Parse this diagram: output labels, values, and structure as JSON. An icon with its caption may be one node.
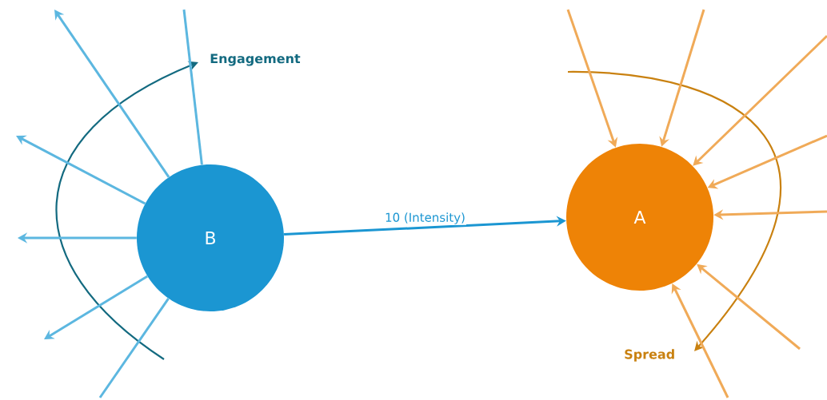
{
  "diagram": {
    "nodes": [
      {
        "text": [
          "B"
        ]
      },
      {
        "text": [
          "A"
        ]
      }
    ],
    "edges": [
      {
        "from": 0,
        "to": 1,
        "arrow": "to",
        "label": "10 (Intensity)",
        "color": "#1b96d2"
      },
      {
        "from": 0,
        "to": null,
        "arrow": "to",
        "color": "#5cb7e0"
      },
      {
        "from": 0,
        "to": null,
        "arrow": "none",
        "color": "#5cb7e0"
      },
      {
        "from": 0,
        "to": null,
        "arrow": "to",
        "color": "#5cb7e0"
      },
      {
        "from": 0,
        "to": null,
        "arrow": "to",
        "color": "#5cb7e0"
      },
      {
        "from": 0,
        "to": null,
        "arrow": "to",
        "color": "#5cb7e0"
      },
      {
        "from": 0,
        "to": null,
        "arrow": "none",
        "color": "#5cb7e0"
      },
      {
        "from": null,
        "to": 1,
        "arrow": "to",
        "color": "#f0aa58"
      },
      {
        "from": null,
        "to": 1,
        "arrow": "to",
        "color": "#f0aa58"
      },
      {
        "from": null,
        "to": 1,
        "arrow": "to",
        "color": "#f0aa58"
      },
      {
        "from": null,
        "to": 1,
        "arrow": "to",
        "color": "#f0aa58"
      },
      {
        "from": null,
        "to": 1,
        "arrow": "to",
        "color": "#f0aa58"
      },
      {
        "from": null,
        "to": 1,
        "arrow": "to",
        "color": "#f0aa58"
      },
      {
        "from": null,
        "to": 1,
        "arrow": "to",
        "color": "#f0aa58"
      }
    ],
    "labels": [
      "Engagement",
      "Spread"
    ]
  }
}
